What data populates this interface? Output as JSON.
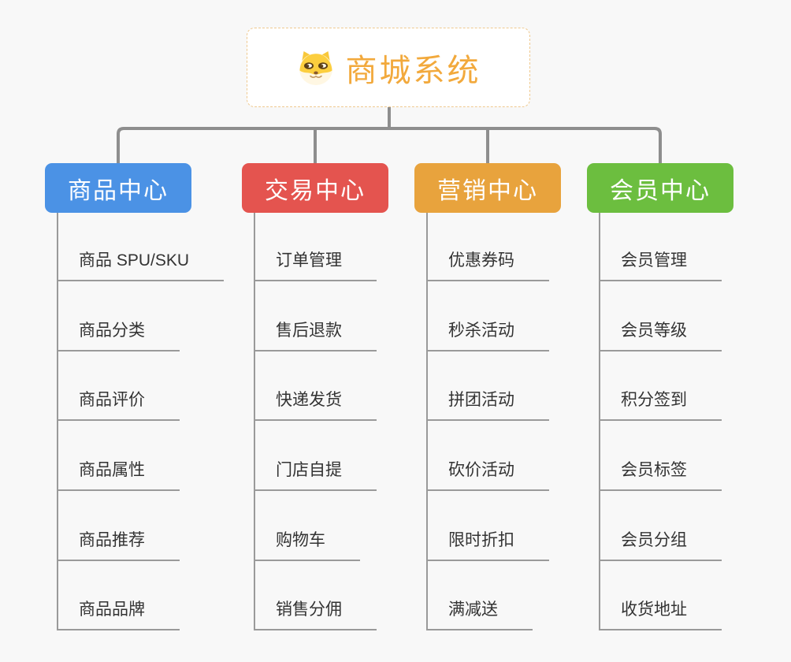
{
  "root": {
    "title": "商城系统",
    "icon": "shiba-dog-icon"
  },
  "branches": [
    {
      "label": "商品中心",
      "color": "#4B92E5",
      "items": [
        "商品 SPU/SKU",
        "商品分类",
        "商品评价",
        "商品属性",
        "商品推荐",
        "商品品牌"
      ]
    },
    {
      "label": "交易中心",
      "color": "#E4544F",
      "items": [
        "订单管理",
        "售后退款",
        "快递发货",
        "门店自提",
        "购物车",
        "销售分佣"
      ]
    },
    {
      "label": "营销中心",
      "color": "#E8A33D",
      "items": [
        "优惠券码",
        "秒杀活动",
        "拼团活动",
        "砍价活动",
        "限时折扣",
        "满减送"
      ]
    },
    {
      "label": "会员中心",
      "color": "#6CBE3F",
      "items": [
        "会员管理",
        "会员等级",
        "积分签到",
        "会员标签",
        "会员分组",
        "收货地址"
      ]
    }
  ],
  "colors": {
    "background": "#F8F8F8",
    "connector": "#8E8E8E",
    "item_line": "#9A9A9A",
    "item_text": "#333333",
    "root_title": "#F2A93C",
    "root_border": "#EFC98F",
    "header_text": "#FFFFFF"
  }
}
